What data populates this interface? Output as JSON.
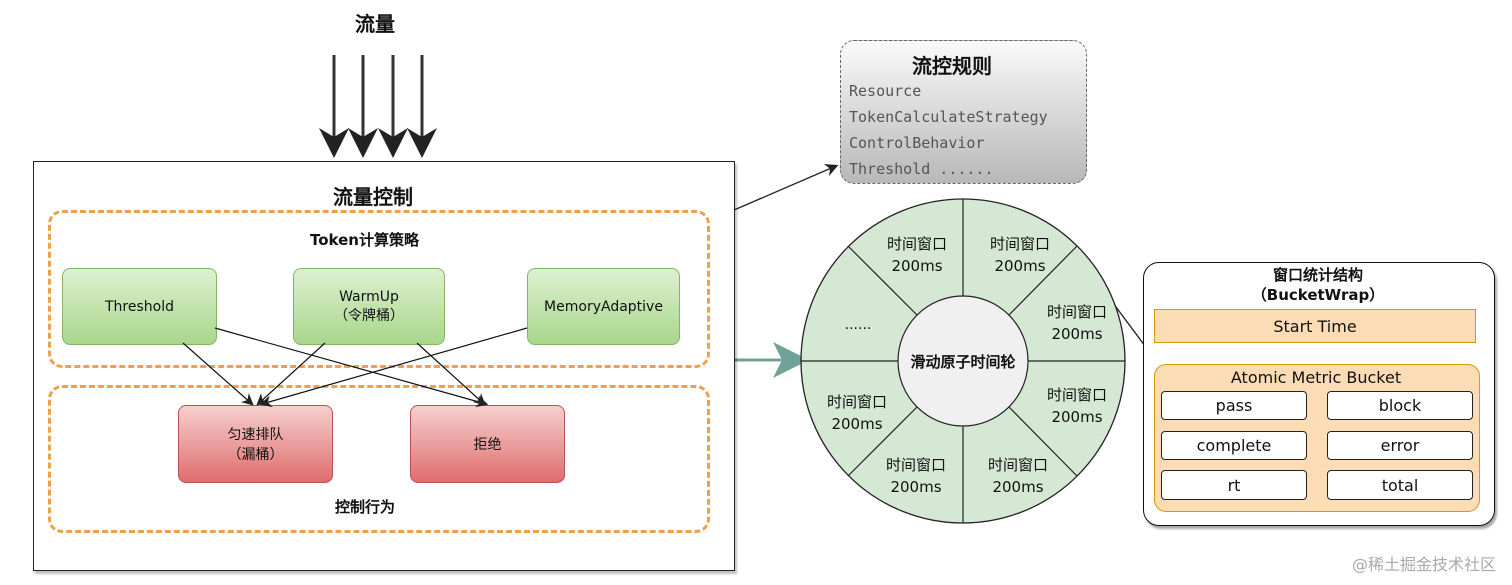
{
  "traffic": {
    "title": "流量"
  },
  "flow_control": {
    "title": "流量控制",
    "strategy_group": {
      "title": "Token计算策略",
      "items": [
        {
          "line1": "Threshold",
          "line2": ""
        },
        {
          "line1": "WarmUp",
          "line2": "（令牌桶）"
        },
        {
          "line1": "MemoryAdaptive",
          "line2": ""
        }
      ]
    },
    "behavior_group": {
      "title": "控制行为",
      "items": [
        {
          "line1": "匀速排队",
          "line2": "（漏桶）"
        },
        {
          "line1": "拒绝",
          "line2": ""
        }
      ]
    }
  },
  "rules": {
    "title": "流控规则",
    "lines": [
      "Resource",
      "TokenCalculateStrategy",
      "ControlBehavior",
      "Threshold ......"
    ]
  },
  "wheel": {
    "center_label": "滑动原子时间轮",
    "segments": [
      {
        "line1": "时间窗口",
        "line2": "200ms"
      },
      {
        "line1": "时间窗口",
        "line2": "200ms"
      },
      {
        "line1": "时间窗口",
        "line2": "200ms"
      },
      {
        "line1": "时间窗口",
        "line2": "200ms"
      },
      {
        "line1": "时间窗口",
        "line2": "200ms"
      },
      {
        "line1": "时间窗口",
        "line2": "200ms"
      },
      {
        "line1": "时间窗口",
        "line2": "200ms"
      },
      {
        "line1": "......",
        "line2": ""
      }
    ]
  },
  "bucket_wrap": {
    "title_line1": "窗口统计结构",
    "title_line2": "（BucketWrap）",
    "start_time": "Start Time",
    "atomic_title": "Atomic Metric Bucket",
    "metrics": [
      "pass",
      "block",
      "complete",
      "error",
      "rt",
      "total"
    ]
  },
  "watermark": "@稀土掘金技术社区",
  "colors": {
    "dashed_orange": "#f0a04a",
    "green_fill": "#a9d78b",
    "red_fill": "#df6d6d",
    "wheel_fill": "#d5e8d4",
    "teal_arrow": "#6fa39a",
    "orange_fill": "#fbdcb4"
  }
}
